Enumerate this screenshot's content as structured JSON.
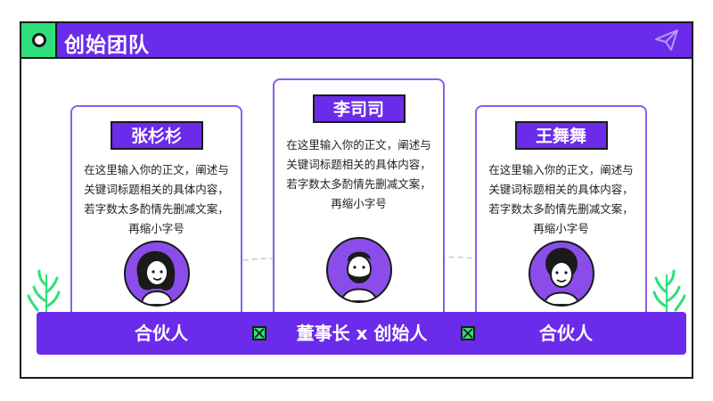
{
  "header": {
    "title": "创始团队",
    "icon": "paper-plane-icon"
  },
  "members": [
    {
      "name": "张杉杉",
      "description": "在这里输入你的正文，阐述与关键词标题相关的具体内容，若字数太多酌情先删减文案，再缩小字号"
    },
    {
      "name": "李司司",
      "description": "在这里输入你的正文，阐述与关键词标题相关的具体内容，若字数太多酌情先删减文案，再缩小字号"
    },
    {
      "name": "王舞舞",
      "description": "在这里输入你的正文，阐述与关键词标题相关的具体内容，若字数太多酌情先删减文案，再缩小字号"
    }
  ],
  "roles": [
    "合伙人",
    "董事长 x 创始人",
    "合伙人"
  ],
  "colors": {
    "primary": "#6b2bea",
    "accent": "#2fe07a",
    "border": "#1a1a1a",
    "card_border": "#8a5cf0"
  }
}
